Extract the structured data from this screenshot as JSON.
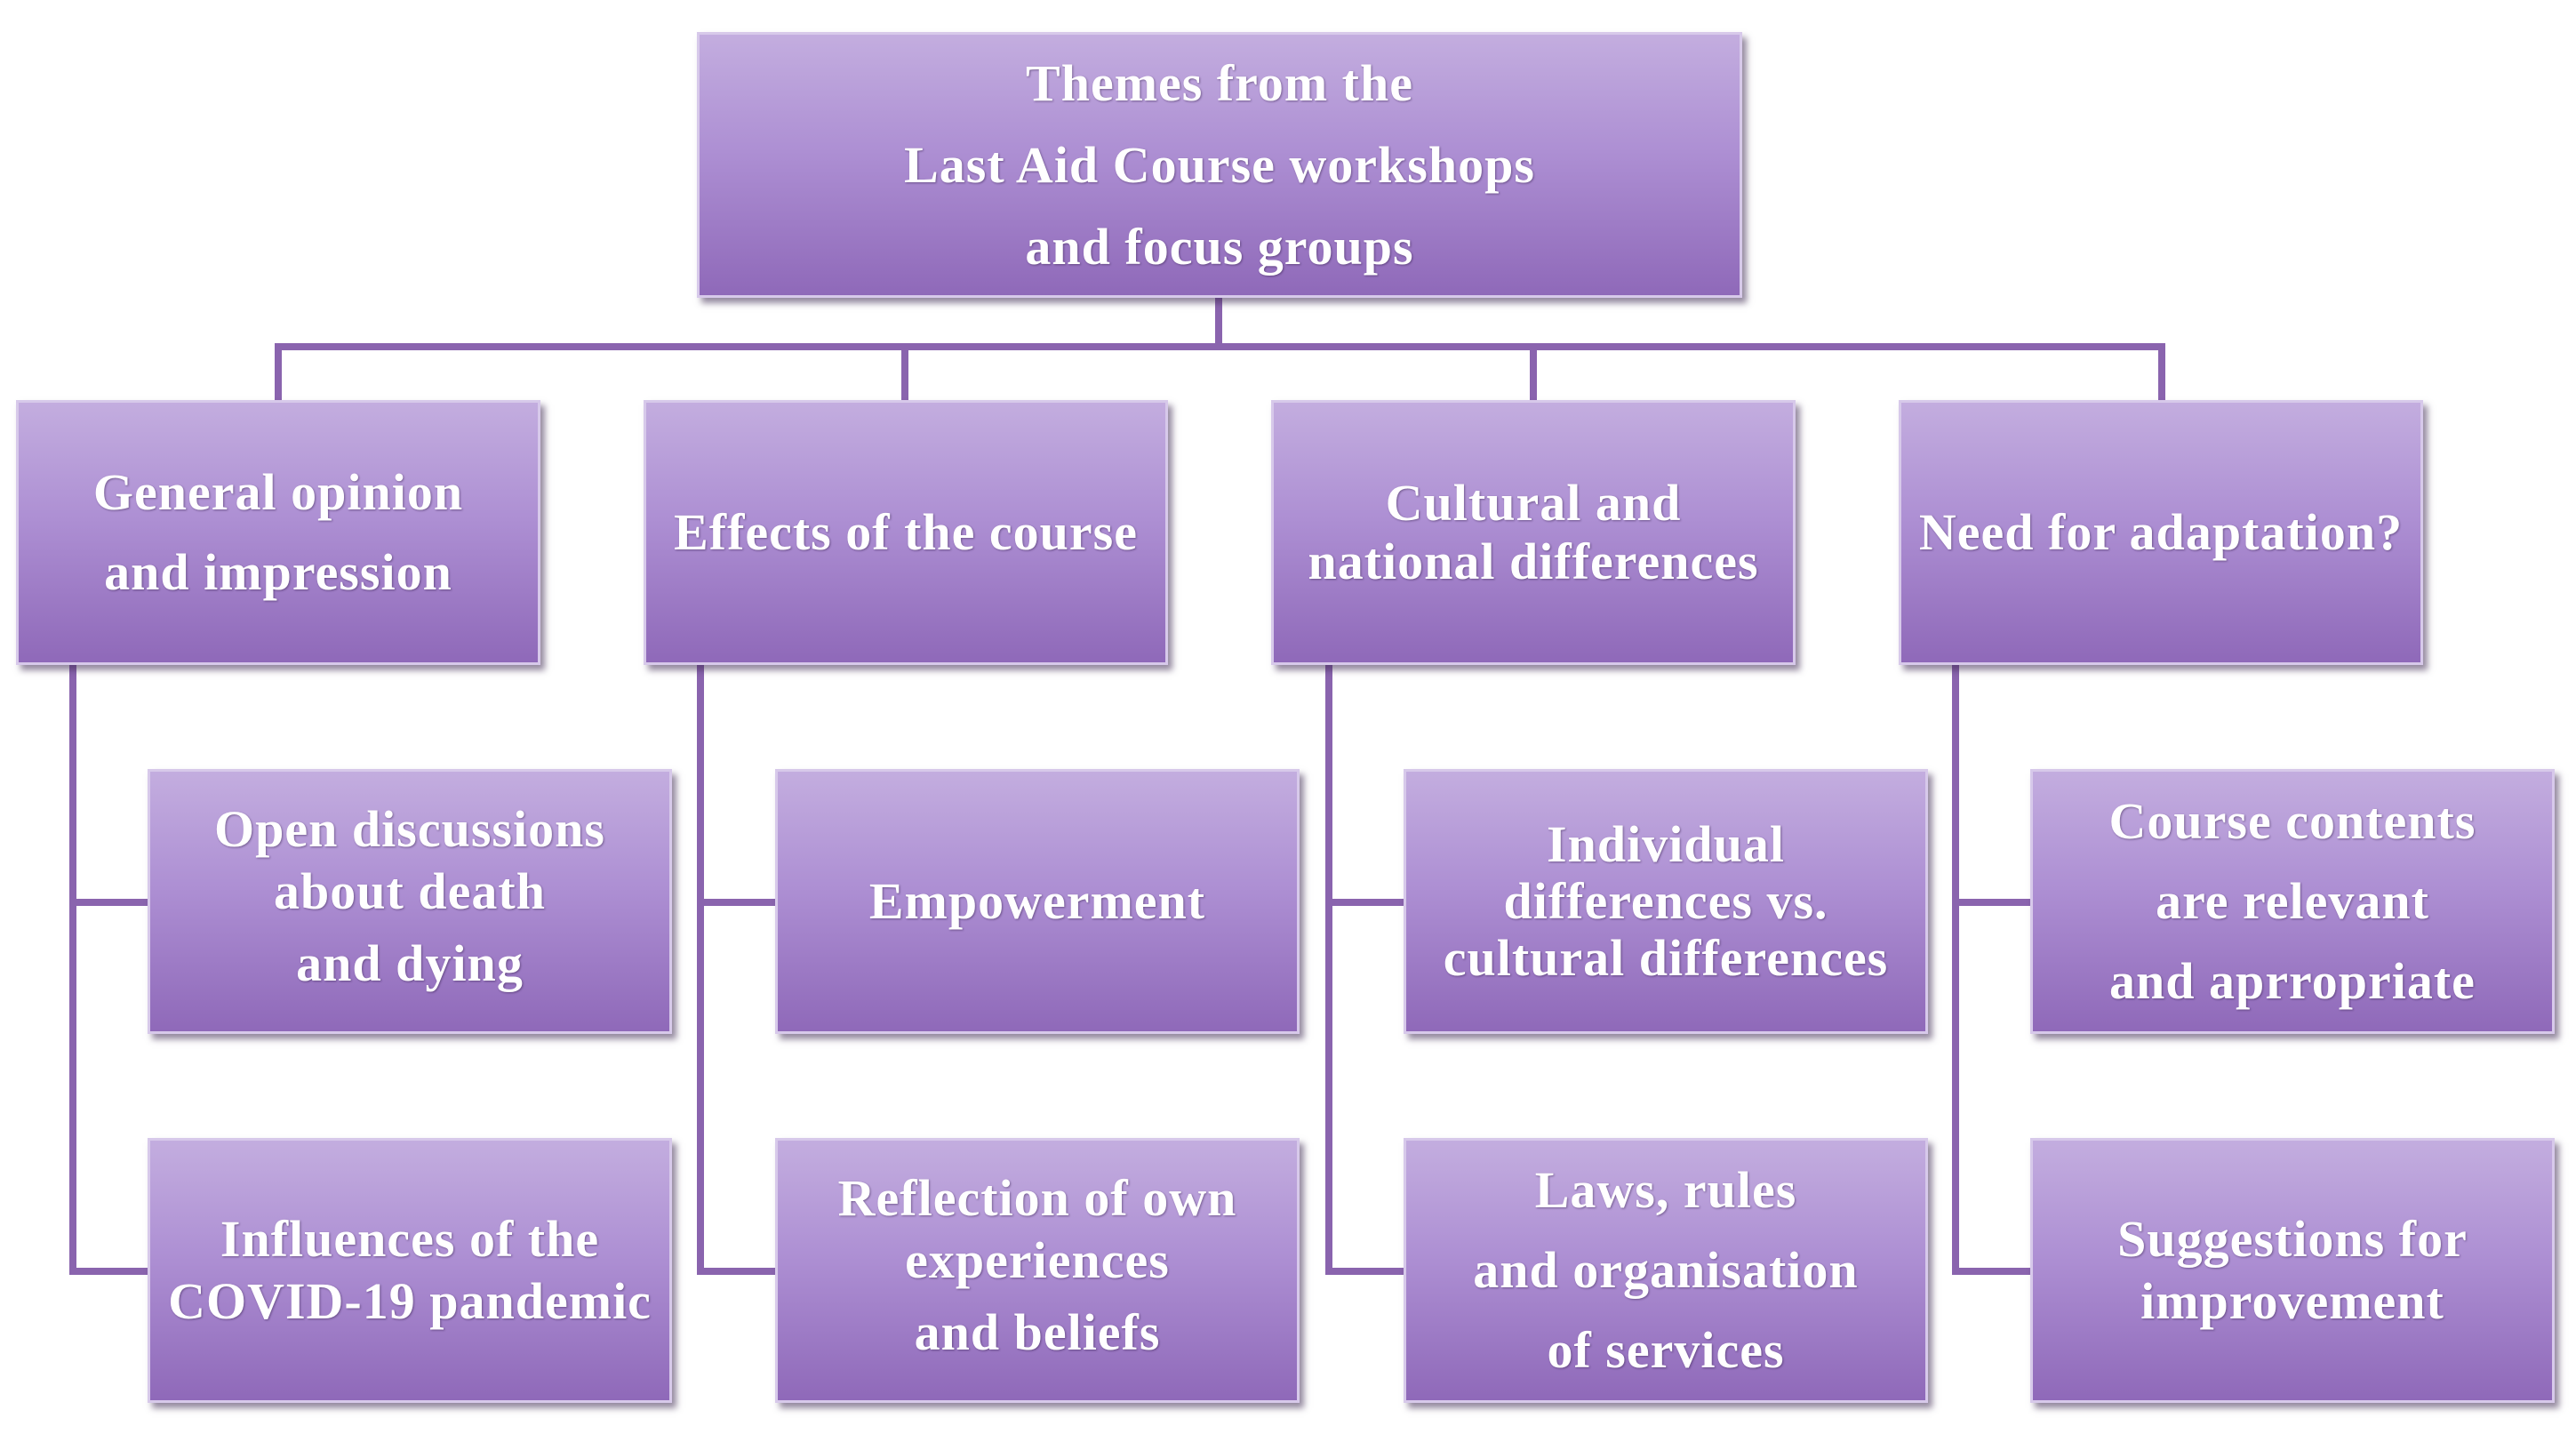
{
  "root": {
    "lines": [
      "Themes from the",
      "Last Aid Course workshops",
      "and focus groups"
    ]
  },
  "categories": [
    {
      "lines": [
        "General opinion",
        "and impression"
      ],
      "children": [
        {
          "lines": [
            "Open discussions",
            "about death",
            "and dying"
          ]
        },
        {
          "lines": [
            "Influences  of the",
            "COVID-19 pandemic"
          ]
        }
      ]
    },
    {
      "lines": [
        "Effects of the course"
      ],
      "children": [
        {
          "lines": [
            "Empowerment"
          ]
        },
        {
          "lines": [
            "Reflection of own",
            "experiences",
            "and beliefs"
          ]
        }
      ]
    },
    {
      "lines": [
        "Cultural  and",
        "national differences"
      ],
      "children": [
        {
          "lines": [
            "Individual",
            "differences vs.",
            "cultural  differences"
          ]
        },
        {
          "lines": [
            "Laws, rules",
            "and organisation",
            "of services"
          ]
        }
      ]
    },
    {
      "lines": [
        "Need for adaptation?"
      ],
      "children": [
        {
          "lines": [
            "Course contents",
            "are relevant",
            "and aprropriate"
          ]
        },
        {
          "lines": [
            "Suggestions for",
            "improvement"
          ]
        }
      ]
    }
  ],
  "colors": {
    "box_top": "#c3addf",
    "box_bottom": "#8f69b9",
    "connector": "#8a64ae",
    "text": "#ffffff"
  }
}
